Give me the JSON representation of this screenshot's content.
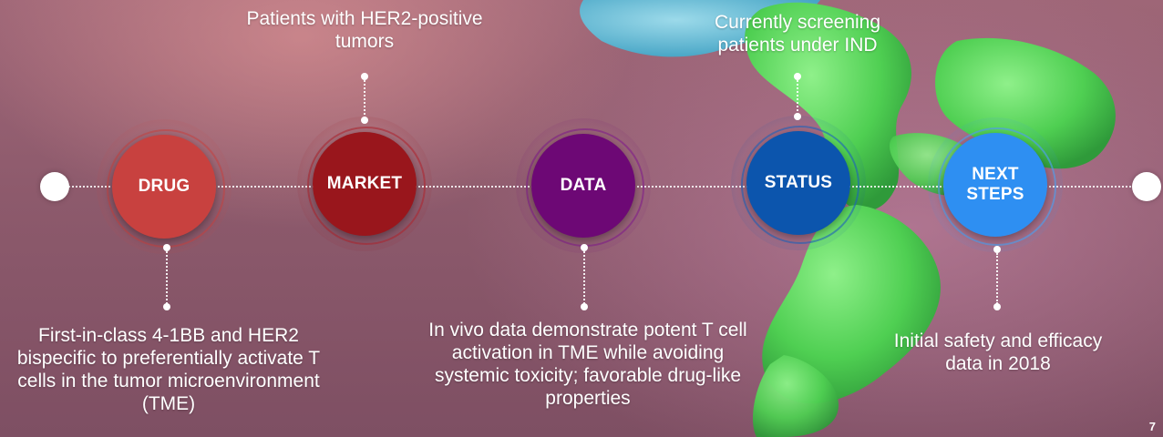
{
  "slide": {
    "nodes": [
      {
        "label": "DRUG",
        "color": "#c8413f"
      },
      {
        "label": "MARKET",
        "color": "#99161c"
      },
      {
        "label": "DATA",
        "color": "#6d0875"
      },
      {
        "label": "STATUS",
        "color": "#0c55ad"
      },
      {
        "label": "NEXT\nSTEPS",
        "color": "#2e8ff2"
      }
    ],
    "captions": {
      "drug": "First-in-class 4-1BB and HER2 bispecific to preferentially activate T cells in the tumor microenvironment (TME)",
      "market": "Patients with HER2-positive tumors",
      "data": "In vivo data demonstrate potent T cell activation in TME while avoiding systemic toxicity; favorable drug-like properties",
      "status": "Currently screening patients under IND",
      "next_steps": "Initial safety and efficacy data in 2018"
    },
    "page_number": "7",
    "illustration_icon": "antibody-illustration",
    "colors": {
      "background": "#8d5a6c",
      "antibody_green": "#4fcf52",
      "antibody_blue": "#57b8d4"
    }
  }
}
